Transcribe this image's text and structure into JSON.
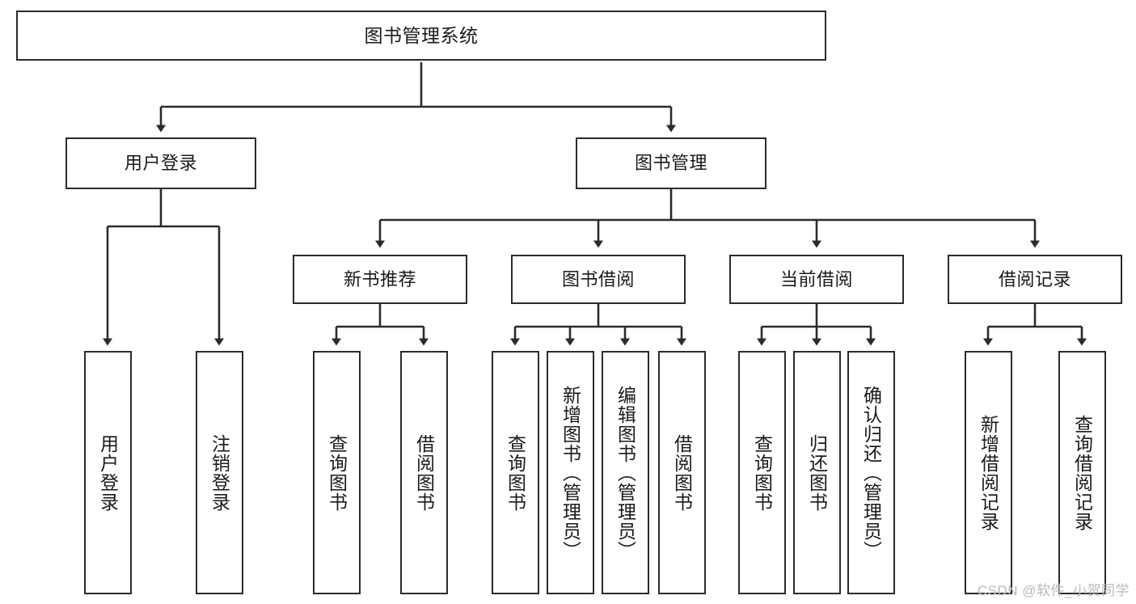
{
  "diagram": {
    "title": "图书管理系统",
    "type": "tree-hierarchy",
    "watermark": "CSDN @软件_小贺同学",
    "colors": {
      "stroke": "#2b2b2b",
      "fill": "#ffffff",
      "text": "#1a1a1a",
      "watermark": "#b9b9b9"
    },
    "nodes": {
      "root": {
        "label": "图书管理系统",
        "level": 1
      },
      "level2": [
        {
          "id": "user-login",
          "label": "用户登录"
        },
        {
          "id": "book-manage",
          "label": "图书管理"
        }
      ],
      "level3": [
        {
          "id": "new-book-rec",
          "label": "新书推荐"
        },
        {
          "id": "book-borrow",
          "label": "图书借阅"
        },
        {
          "id": "current-borrow",
          "label": "当前借阅"
        },
        {
          "id": "borrow-record",
          "label": "借阅记录"
        }
      ],
      "leaves": [
        {
          "id": "leaf-user-login",
          "label": "用户登录",
          "parent": "user-login"
        },
        {
          "id": "leaf-user-logout",
          "label": "注销登录",
          "parent": "user-login"
        },
        {
          "id": "leaf-query-book-1",
          "label": "查询图书",
          "parent": "new-book-rec"
        },
        {
          "id": "leaf-borrow-book-1",
          "label": "借阅图书",
          "parent": "new-book-rec"
        },
        {
          "id": "leaf-query-book-2",
          "label": "查询图书",
          "parent": "book-borrow"
        },
        {
          "id": "leaf-add-book",
          "label": "新增图书（管理员）",
          "parent": "book-borrow"
        },
        {
          "id": "leaf-edit-book",
          "label": "编辑图书（管理员）",
          "parent": "book-borrow"
        },
        {
          "id": "leaf-borrow-book-2",
          "label": "借阅图书",
          "parent": "book-borrow"
        },
        {
          "id": "leaf-query-book-3",
          "label": "查询图书",
          "parent": "current-borrow"
        },
        {
          "id": "leaf-return-book",
          "label": "归还图书",
          "parent": "current-borrow"
        },
        {
          "id": "leaf-confirm-return",
          "label": "确认归还（管理员）",
          "parent": "current-borrow"
        },
        {
          "id": "leaf-add-record",
          "label": "新增借阅记录",
          "parent": "borrow-record"
        },
        {
          "id": "leaf-query-record",
          "label": "查询借阅记录",
          "parent": "borrow-record"
        }
      ]
    }
  }
}
